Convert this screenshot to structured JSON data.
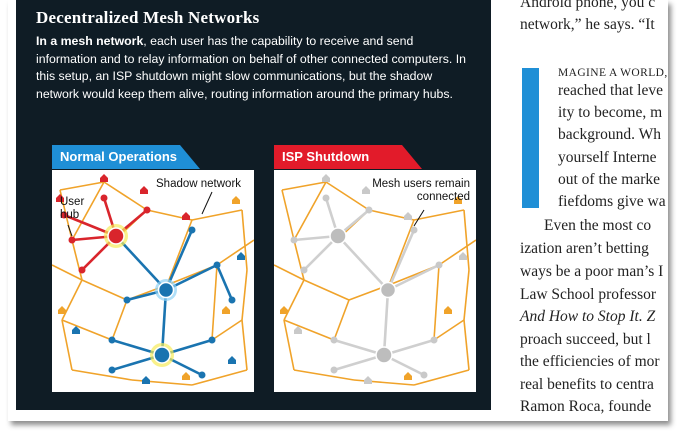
{
  "sidebar": {
    "title": "Decentralized Mesh Networks",
    "intro_bold": "In a mesh network",
    "intro_rest": ", each user has the capability to receive and send information and to relay information on behalf of other connected computers. In this setup, an ISP shutdown might slow communications, but the shadow network would keep them alive, routing information around the primary hubs.",
    "panels": [
      {
        "tab": "Normal Operations",
        "labels": {
          "shadow": "Shadow network",
          "user_hub": "User hub"
        }
      },
      {
        "tab": "ISP Shutdown",
        "labels": {
          "mesh": "Mesh users remain connected"
        }
      }
    ]
  },
  "article": {
    "lines": [
      "Android phone, you c",
      "network,” he says. “It",
      "reached that leve",
      "ity to become, m",
      "background. Wh",
      "yourself Interne",
      "out of the marke",
      "fiefdoms give wa",
      "Even the most co",
      "ization aren’t betting",
      "ways be a poor man’s I",
      "Law School professor",
      "And How to Stop It. Z",
      "proach succeed, but l",
      "the efficiencies of mor",
      "real benefits to centra",
      "Ramon Roca, founde"
    ],
    "dropcap_line": "MAGINE A WORLD,"
  },
  "colors": {
    "panel_bg": "#0f1c25",
    "normal_tab": "#1f8fd6",
    "shutdown_tab": "#e21b2a",
    "mesh_link": "#f0a32a",
    "shadow_link": "#1a74b0",
    "hub_red": "#d9252c"
  }
}
